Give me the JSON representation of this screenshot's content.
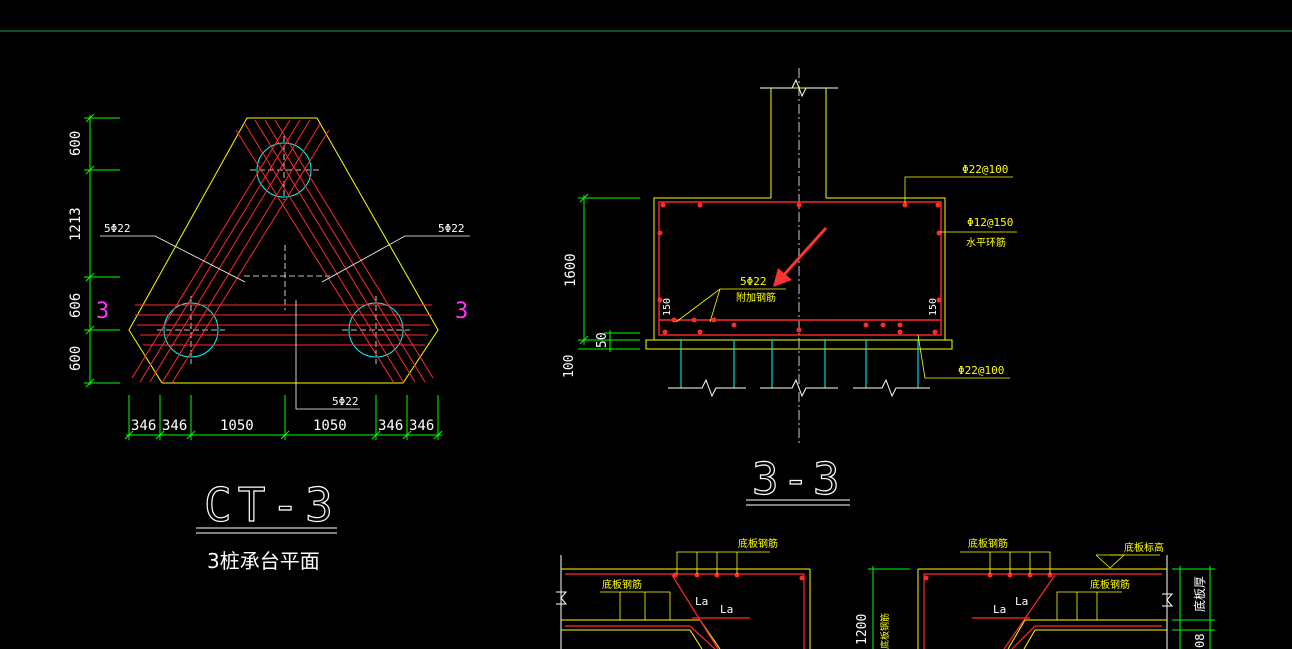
{
  "colors": {
    "background": "#000000",
    "outline": "#ffff00",
    "rebar": "#ff2a2a",
    "dimension": "#00ff00",
    "dim_text": "#ffffff",
    "centerline": "#ffffff",
    "pile": "#00ffff",
    "section_mark": "#ff33ff",
    "arrow": "#ff3333"
  },
  "plan": {
    "title": "CT-3",
    "subtitle": "3桩承台平面",
    "section_mark_left": "3",
    "section_mark_right": "3",
    "label_left": "5Φ22",
    "label_right": "5Φ22",
    "label_bottom": "5Φ22",
    "vertical_dims": [
      "600",
      "1213",
      "606",
      "600"
    ],
    "horizontal_dims": [
      "346",
      "346",
      "1050",
      "1050",
      "346",
      "346"
    ]
  },
  "section": {
    "title": "3-3",
    "top_bar_label": "Φ22@100",
    "side_bar_label": "Φ12@150",
    "side_bar_note": "水平环筋",
    "added_bar_label": "5Φ22",
    "added_bar_note": "附加钢筋",
    "bottom_bar_label": "Φ22@100",
    "dim_height": "1600",
    "dim_50": "50",
    "dim_100": "100",
    "dim_150_left": "150",
    "dim_150_right": "150"
  },
  "details": {
    "left_label_top": "底板钢筋",
    "left_label_inner": "底板钢筋",
    "left_la_1": "La",
    "left_la_2": "La",
    "right_label_top": "底板钢筋",
    "right_label_elev": "底板标高",
    "right_label_inner": "底板钢筋",
    "right_la_1": "La",
    "right_la_2": "La",
    "right_dim": "1200",
    "right_side_text": "底板厚",
    "right_dim_bottom": "08",
    "right_bottom_text": "底板钢筋"
  }
}
